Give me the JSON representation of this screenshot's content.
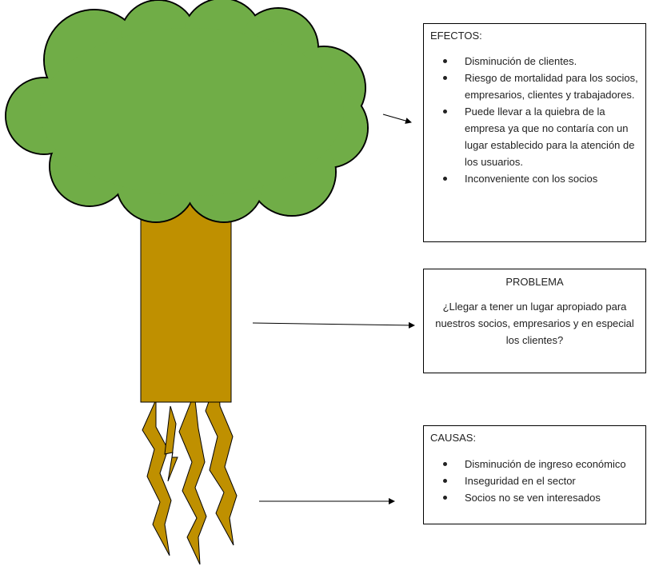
{
  "colors": {
    "foliage": "#70ad47",
    "trunk": "#bf9000",
    "outline": "#000000",
    "text": "#222222"
  },
  "effects": {
    "title": "EFECTOS:",
    "items": [
      "Disminución de clientes.",
      "Riesgo de mortalidad para los socios, empresarios, clientes y trabajadores.",
      "Puede llevar a la quiebra de la empresa ya que no contaría con un lugar establecido para la atención de los usuarios.",
      "Inconveniente con los socios"
    ]
  },
  "problem": {
    "title": "PROBLEMA",
    "text": "¿Llegar a tener un lugar apropiado para nuestros socios, empresarios y en especial los clientes?"
  },
  "causes": {
    "title": "CAUSAS:",
    "items": [
      "Disminución de ingreso económico",
      "Inseguridad en el sector",
      "Socios no se ven interesados"
    ]
  }
}
